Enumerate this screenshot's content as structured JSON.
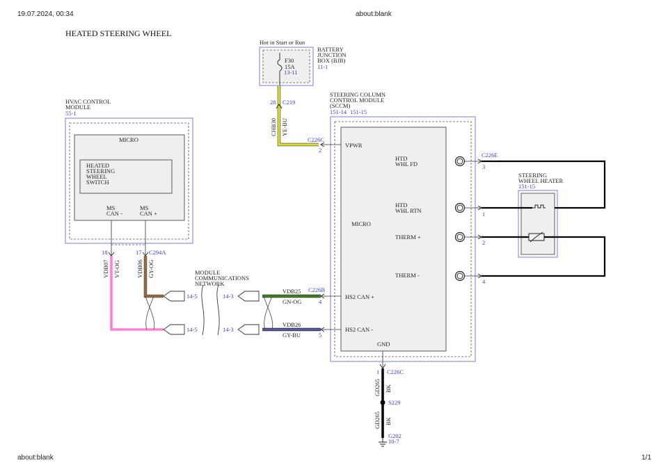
{
  "browser": {
    "datetime": "19.07.2024, 00:34",
    "page_title": "about:blank",
    "footer_url": "about:blank",
    "page_number": "1/1"
  },
  "diagram": {
    "title": "HEATED STEERING WHEEL",
    "bjb": {
      "supply_label": "Hot in Start or Run",
      "name_lines": [
        "BATTERY",
        "JUNCTION",
        "BOX (BJB)"
      ],
      "ref": "11-1",
      "fuse_id": "F30",
      "fuse_rating": "15A",
      "fuse_ref": "13-11",
      "connector_pin": "28",
      "connector": "C219",
      "circuit": "CHB30",
      "wire_color": "YE-BU"
    },
    "sccm": {
      "name_lines": [
        "STEERING COLUMN",
        "CONTROL MODULE",
        "(SCCM)"
      ],
      "refs": [
        "151-14",
        "151-15"
      ],
      "micro_label": "MICRO",
      "vpwr_connector": "C226C",
      "vpwr_pin": "2",
      "vpwr_label": "VPWR",
      "hs2_connector": "C226B",
      "hs2p_label": "HS2 CAN +",
      "hs2p_pin": "4",
      "hs2p_circuit": "VDB25",
      "hs2p_color": "GN-OG",
      "hs2m_label": "HS2 CAN -",
      "hs2m_pin": "5",
      "hs2m_circuit": "VDB26",
      "hs2m_color": "GY-BU",
      "gnd_label": "GND",
      "out_connector": "C226E",
      "outputs": [
        {
          "label1": "HTD",
          "label2": "WHL FD",
          "pin": "3"
        },
        {
          "label1": "HTD",
          "label2": "WHL RTN",
          "pin": "1"
        },
        {
          "label1": "THERM +",
          "label2": "",
          "pin": "2"
        },
        {
          "label1": "THERM -",
          "label2": "",
          "pin": "4"
        }
      ]
    },
    "hvac": {
      "name_lines": [
        "HVAC CONTROL",
        "MODULE"
      ],
      "ref": "55-1",
      "micro_label": "MICRO",
      "switch_lines": [
        "HEATED",
        "STEERING",
        "WHEEL",
        "SWITCH"
      ],
      "can_minus_lines": [
        "MS",
        "CAN -"
      ],
      "can_plus_lines": [
        "MS",
        "CAN +"
      ],
      "connector": "C294A",
      "pin_minus": "18",
      "pin_plus": "17",
      "circuit_minus": "VDB07",
      "color_minus": "VT-OG",
      "circuit_plus": "VDB06",
      "color_plus": "GY-OG",
      "ref_upper": "14-5",
      "ref_lower": "14-5"
    },
    "network": {
      "name_lines": [
        "MODULE",
        "COMMUNICATIONS",
        "NETWORK"
      ],
      "ref_upper": "14-3",
      "ref_lower": "14-3"
    },
    "heater": {
      "name_lines": [
        "STEERING",
        "WHEEL HEATER"
      ],
      "ref": "151-15"
    },
    "ground": {
      "connector_pin": "1",
      "connector": "C226C",
      "circuit_upper": "GD265",
      "color_upper": "BK",
      "splice": "S229",
      "circuit_lower": "GD265",
      "color_lower": "BK",
      "ground_point": "G202",
      "ground_ref": "10-7"
    },
    "colors": {
      "ye_bu": "#e2e22a",
      "gn_og": "#3f8a1a",
      "gy_bu": "#5a5aa8",
      "vt_og": "#ff7fd0",
      "gy_og": "#9a6a3a",
      "bk": "#000000",
      "ref_blue": "#3a3ad0",
      "module_border": "#7a7af0"
    }
  }
}
